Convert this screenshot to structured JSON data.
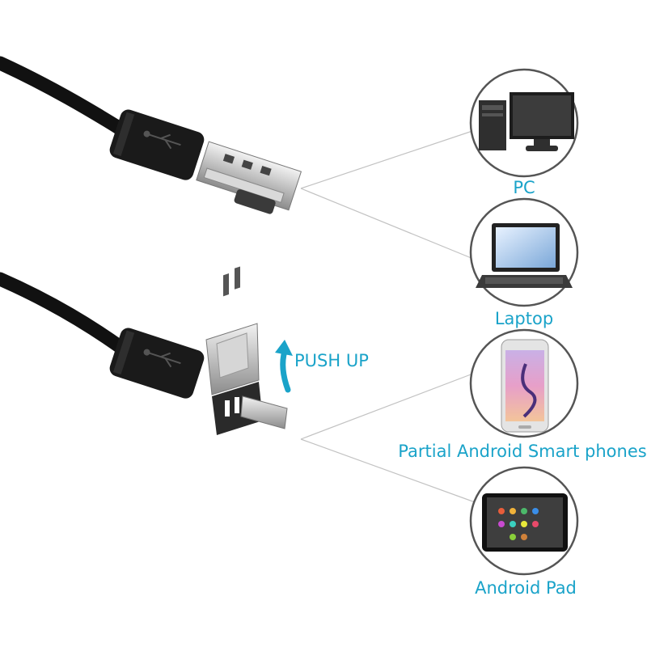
{
  "annotation": {
    "push_up": "PUSH UP"
  },
  "devices": [
    {
      "label": "PC",
      "icon": "desktop-pc-icon"
    },
    {
      "label": "Laptop",
      "icon": "laptop-icon"
    },
    {
      "label": "Partial Android Smart phones",
      "icon": "smartphone-icon"
    },
    {
      "label": "Android Pad",
      "icon": "tablet-icon"
    }
  ],
  "colors": {
    "accent": "#1aa3c9",
    "cable": "#111111",
    "circle_border": "#555555",
    "connector_lines": "#bdbdbd"
  }
}
